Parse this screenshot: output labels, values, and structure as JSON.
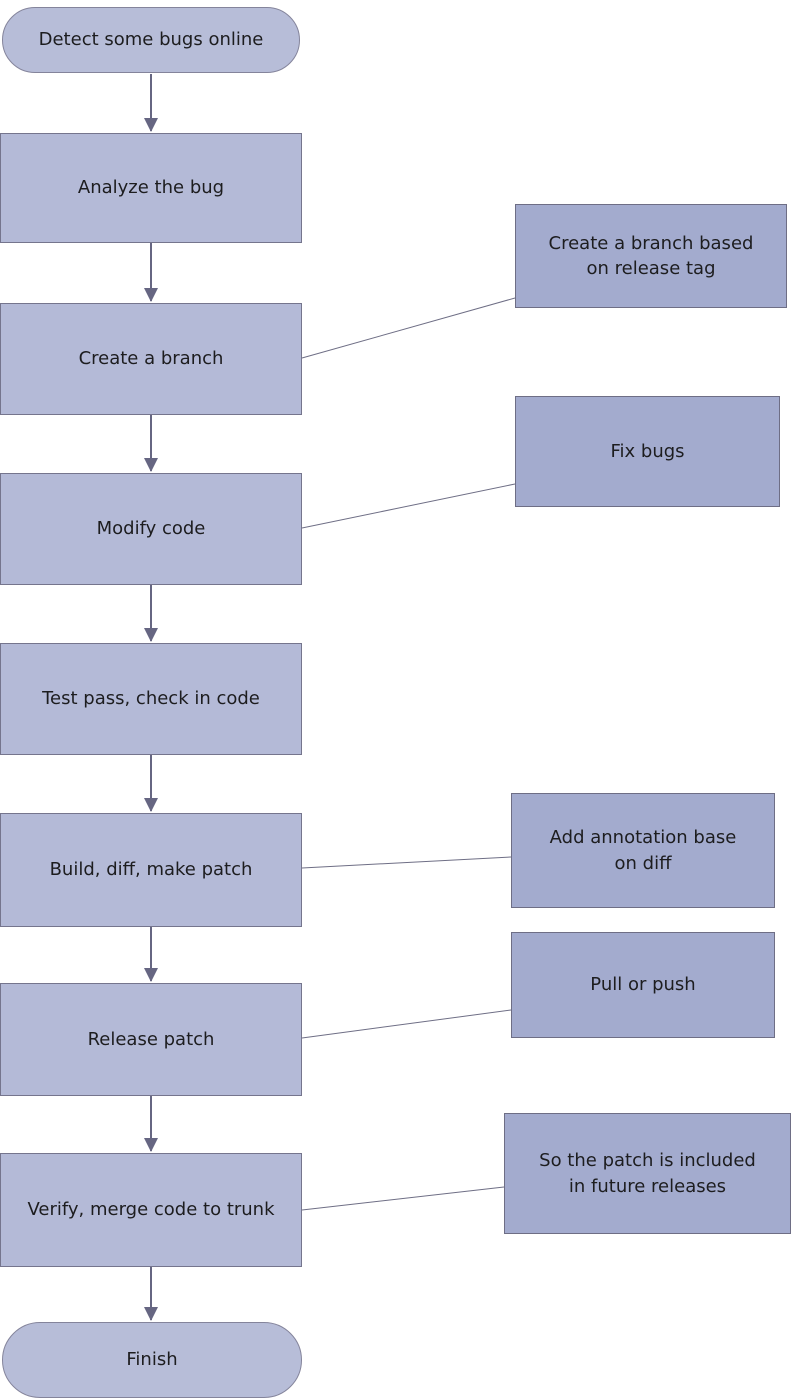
{
  "diagram": {
    "type": "flowchart",
    "direction": "top-to-bottom",
    "colors": {
      "process_fill": "#b4bad7",
      "terminal_fill": "#b7bdd8",
      "annotation_fill": "#a3abce",
      "border": "#6e6e85",
      "arrow": "#666682",
      "text": "#1d1d1f",
      "background": "#ffffff"
    }
  },
  "flow": [
    {
      "id": "start",
      "shape": "stadium",
      "label": "Detect some bugs online"
    },
    {
      "id": "analyze",
      "shape": "rect",
      "label": "Analyze the bug"
    },
    {
      "id": "create",
      "shape": "rect",
      "label": "Create a branch"
    },
    {
      "id": "modify",
      "shape": "rect",
      "label": "Modify code"
    },
    {
      "id": "test",
      "shape": "rect",
      "label": "Test pass, check in code"
    },
    {
      "id": "build",
      "shape": "rect",
      "label": "Build, diff, make patch"
    },
    {
      "id": "release",
      "shape": "rect",
      "label": "Release patch"
    },
    {
      "id": "verify",
      "shape": "rect",
      "label": "Verify,  merge code to trunk"
    },
    {
      "id": "finish",
      "shape": "stadium",
      "label": "Finish"
    }
  ],
  "annotations": [
    {
      "id": "branch-note",
      "attached_to": "Create a branch",
      "label": "Create a branch based on release tag"
    },
    {
      "id": "fix-note",
      "attached_to": "Modify code",
      "label": "Fix bugs"
    },
    {
      "id": "anno-note",
      "attached_to": "Build, diff, make patch",
      "label": "Add annotation base on diff"
    },
    {
      "id": "pull-note",
      "attached_to": "Release patch",
      "label": "Pull or push"
    },
    {
      "id": "future-note",
      "attached_to": "Verify,  merge code to trunk",
      "label": "So the patch is included in future releases"
    }
  ],
  "edges": [
    {
      "from": "Detect some bugs online",
      "to": "Analyze the bug",
      "style": "arrow"
    },
    {
      "from": "Analyze the bug",
      "to": "Create a branch",
      "style": "arrow"
    },
    {
      "from": "Create a branch",
      "to": "Modify code",
      "style": "arrow"
    },
    {
      "from": "Modify code",
      "to": "Test pass, check in code",
      "style": "arrow"
    },
    {
      "from": "Test pass, check in code",
      "to": "Build, diff, make patch",
      "style": "arrow"
    },
    {
      "from": "Build, diff, make patch",
      "to": "Release patch",
      "style": "arrow"
    },
    {
      "from": "Release patch",
      "to": "Verify,  merge code to trunk",
      "style": "arrow"
    },
    {
      "from": "Verify,  merge code to trunk",
      "to": "Finish",
      "style": "arrow"
    },
    {
      "from": "Create a branch",
      "to": "Create a branch based on release tag",
      "style": "plain-line"
    },
    {
      "from": "Modify code",
      "to": "Fix bugs",
      "style": "plain-line"
    },
    {
      "from": "Build, diff, make patch",
      "to": "Add annotation base on diff",
      "style": "plain-line"
    },
    {
      "from": "Release patch",
      "to": "Pull or push",
      "style": "plain-line"
    },
    {
      "from": "Verify,  merge code to trunk",
      "to": "So the patch is included in future releases",
      "style": "plain-line"
    }
  ]
}
